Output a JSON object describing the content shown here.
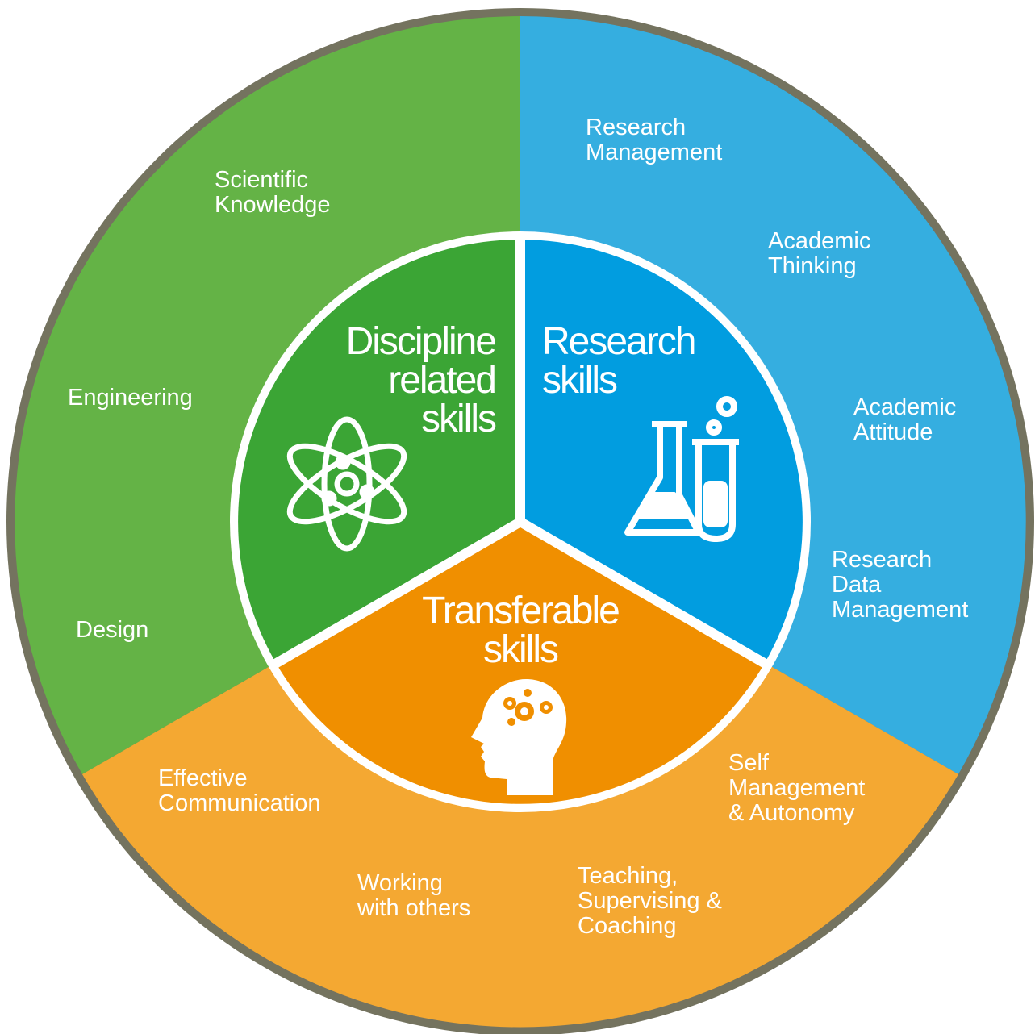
{
  "colors": {
    "rim": "#74735f",
    "green_outer": "#64b346",
    "green_inner": "#3ba535",
    "blue_outer": "#35aee0",
    "blue_inner": "#019de0",
    "orange_outer": "#f4a832",
    "orange_inner": "#f08f00",
    "separator": "#ffffff"
  },
  "inner": {
    "discipline": {
      "title": "Discipline\nrelated\nskills",
      "icon": "atom-icon"
    },
    "research": {
      "title": "Research\nskills",
      "icon": "lab-flask-icon"
    },
    "transferable": {
      "title": "Transferable\nskills",
      "icon": "head-gears-icon"
    }
  },
  "outer": {
    "discipline": [
      "Scientific\nKnowledge",
      "Engineering",
      "Design"
    ],
    "research": [
      "Research\nManagement",
      "Academic\nThinking",
      "Academic\nAttitude",
      "Research\nData\nManagement"
    ],
    "transferable": [
      "Self\nManagement\n& Autonomy",
      "Teaching,\nSupervising &\nCoaching",
      "Working\nwith others",
      "Effective\nCommunication"
    ]
  }
}
